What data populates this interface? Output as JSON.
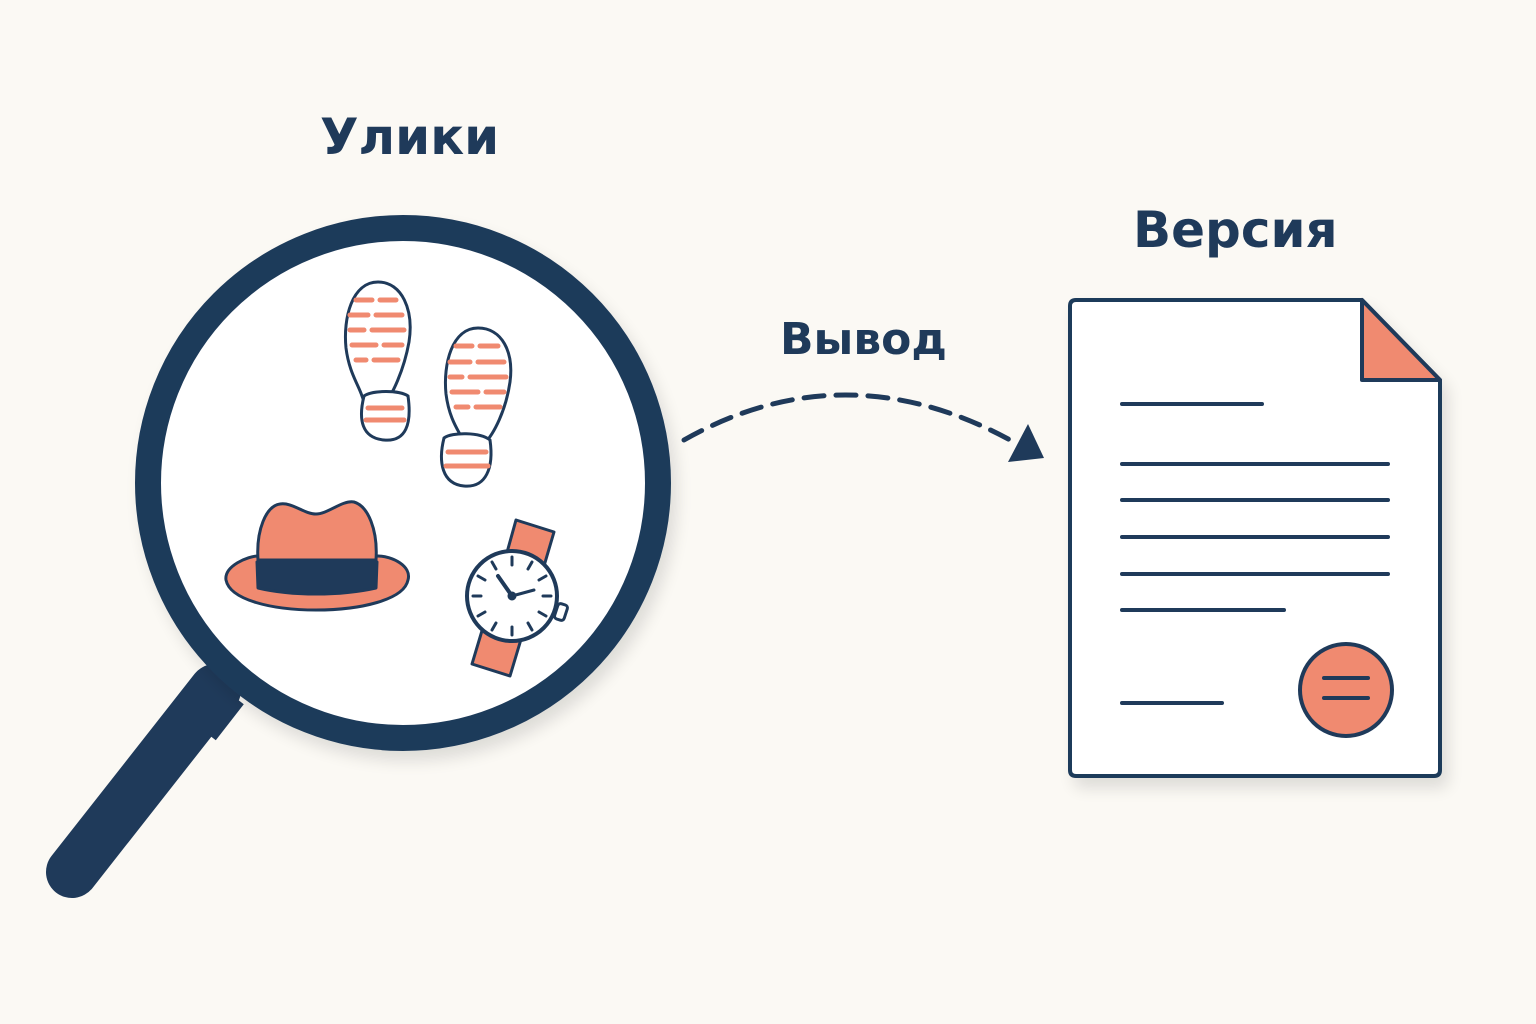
{
  "labels": {
    "evidence": "Улики",
    "inference": "Вывод",
    "version": "Версия"
  },
  "icons": {
    "magnifier": "magnifying-glass-icon",
    "footprints": "footprints-icon",
    "hat": "fedora-hat-icon",
    "watch": "wristwatch-icon",
    "arrow": "dashed-arrow-icon",
    "document": "document-icon",
    "seal": "seal-stamp-icon"
  },
  "colors": {
    "background": "#fbf9f4",
    "navy": "#1f3a5a",
    "coral": "#f08a70",
    "paper": "#ffffff"
  }
}
